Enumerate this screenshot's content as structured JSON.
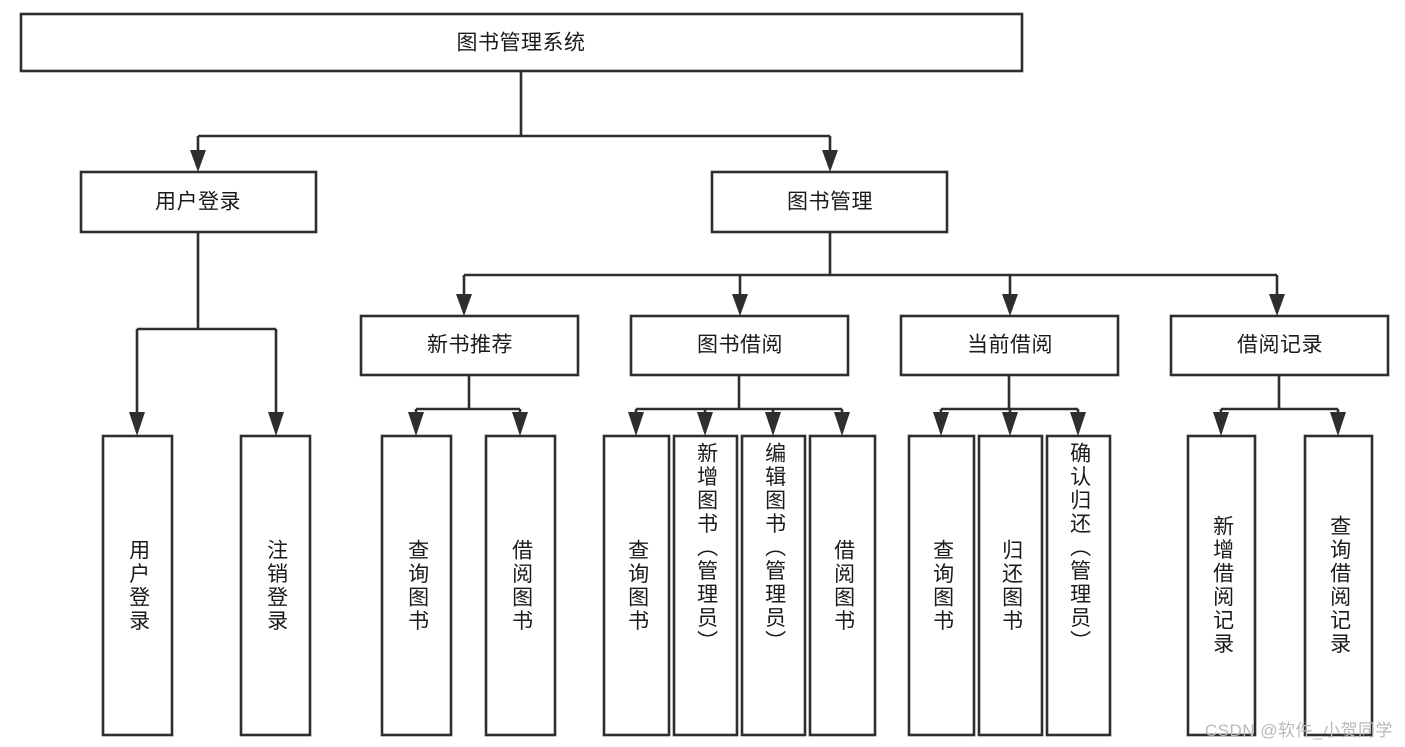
{
  "diagram": {
    "type": "tree",
    "title": "图书管理系统",
    "orientation": "top-down",
    "watermark": "CSDN @软件_小贺同学",
    "colors": {
      "box_stroke": "#2e2e2e",
      "box_fill": "#ffffff",
      "connector": "#2e2e2e",
      "text": "#1b1b1b",
      "watermark": "#b9b9b9",
      "background": "#ffffff"
    },
    "levels": [
      {
        "level": 1,
        "nodes": [
          {
            "id": "root",
            "label": "图书管理系统",
            "orientation": "horizontal"
          }
        ]
      },
      {
        "level": 2,
        "nodes": [
          {
            "id": "user-login",
            "label": "用户登录",
            "orientation": "horizontal",
            "parent": "root"
          },
          {
            "id": "book-manage",
            "label": "图书管理",
            "orientation": "horizontal",
            "parent": "root"
          }
        ]
      },
      {
        "level": 3,
        "nodes": [
          {
            "id": "new-book-recommend",
            "label": "新书推荐",
            "orientation": "horizontal",
            "parent": "book-manage"
          },
          {
            "id": "book-borrow",
            "label": "图书借阅",
            "orientation": "horizontal",
            "parent": "book-manage"
          },
          {
            "id": "current-borrow",
            "label": "当前借阅",
            "orientation": "horizontal",
            "parent": "book-manage"
          },
          {
            "id": "borrow-record",
            "label": "借阅记录",
            "orientation": "horizontal",
            "parent": "book-manage"
          }
        ]
      },
      {
        "level": 4,
        "nodes": [
          {
            "id": "leaf-user-login",
            "label": "用户登录",
            "orientation": "vertical",
            "parent": "user-login"
          },
          {
            "id": "leaf-logout-login",
            "label": "注销登录",
            "orientation": "vertical",
            "parent": "user-login"
          },
          {
            "id": "leaf-query-book-1",
            "label": "查询图书",
            "orientation": "vertical",
            "parent": "new-book-recommend"
          },
          {
            "id": "leaf-borrow-book-1",
            "label": "借阅图书",
            "orientation": "vertical",
            "parent": "new-book-recommend"
          },
          {
            "id": "leaf-query-book-2",
            "label": "查询图书",
            "orientation": "vertical",
            "parent": "book-borrow"
          },
          {
            "id": "leaf-add-book",
            "label": "新增图书（管理员）",
            "orientation": "vertical",
            "parent": "book-borrow"
          },
          {
            "id": "leaf-edit-book",
            "label": "编辑图书（管理员）",
            "orientation": "vertical",
            "parent": "book-borrow"
          },
          {
            "id": "leaf-borrow-book-2",
            "label": "借阅图书",
            "orientation": "vertical",
            "parent": "book-borrow"
          },
          {
            "id": "leaf-query-book-3",
            "label": "查询图书",
            "orientation": "vertical",
            "parent": "current-borrow"
          },
          {
            "id": "leaf-return-book",
            "label": "归还图书",
            "orientation": "vertical",
            "parent": "current-borrow"
          },
          {
            "id": "leaf-confirm-return",
            "label": "确认归还（管理员）",
            "orientation": "vertical",
            "parent": "current-borrow"
          },
          {
            "id": "leaf-add-record",
            "label": "新增借阅记录",
            "orientation": "vertical",
            "parent": "borrow-record"
          },
          {
            "id": "leaf-query-record",
            "label": "查询借阅记录",
            "orientation": "vertical",
            "parent": "borrow-record"
          }
        ]
      }
    ]
  }
}
